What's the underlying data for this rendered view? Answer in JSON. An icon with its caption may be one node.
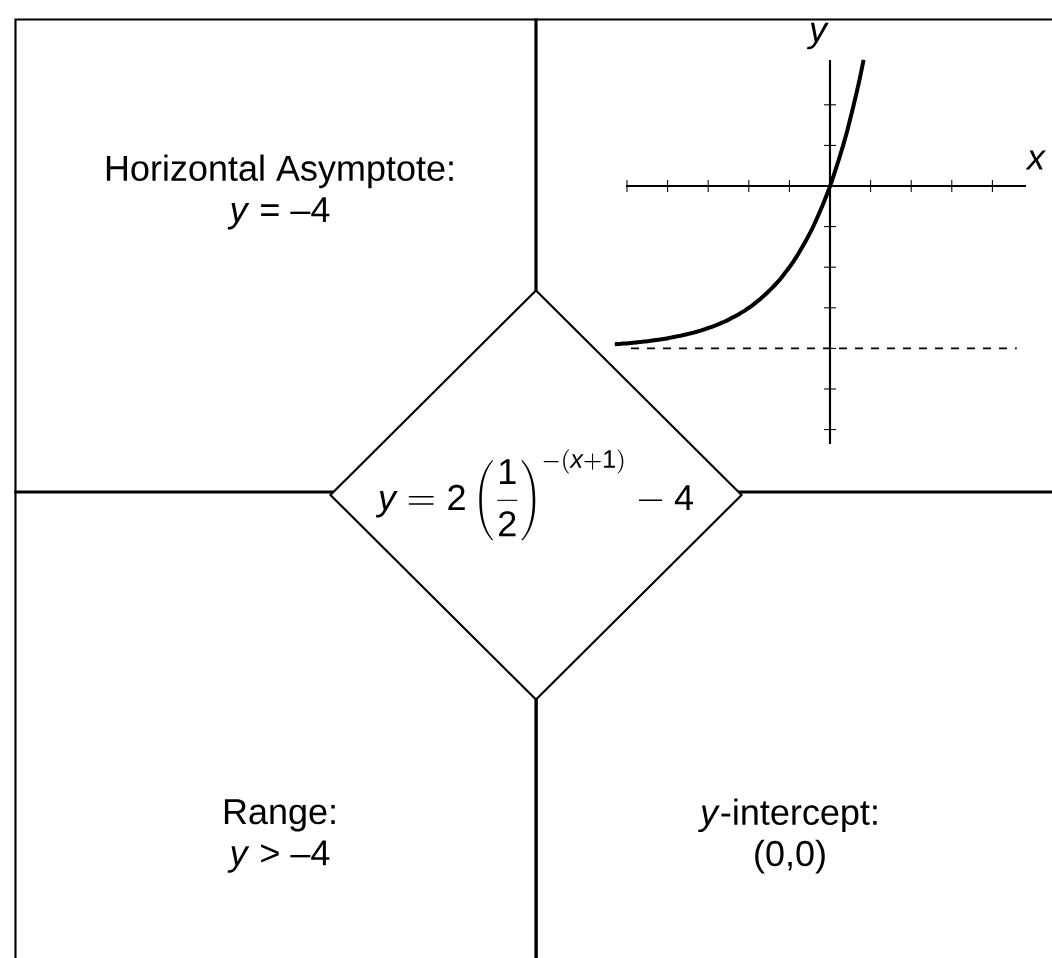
{
  "diagram": {
    "nodes": [
      {
        "text": [
          "Horizontal Asymptote:",
          "*y* = –4"
        ]
      },
      {
        "text": [],
        "shape": "box"
      },
      {
        "text": [
          "y = 2\\left(\\frac{1}{2}\\right)^{-(x+1)} - 4"
        ]
      },
      {
        "text": [
          "Range:",
          "*y* > –4"
        ]
      },
      {
        "text": [
          "*y*-intercept:",
          "(0,0)"
        ]
      }
    ],
    "labels": [
      "x",
      "y"
    ]
  }
}
